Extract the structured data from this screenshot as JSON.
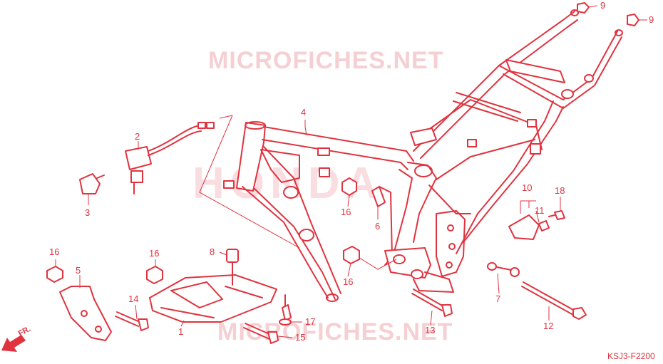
{
  "watermarks": {
    "top": "MICROFICHES.NET",
    "bottom": "MICROFICHES.NET",
    "center": "HONDA"
  },
  "diagram_code": "KSJ3-F2200",
  "front_indicator": "FR.",
  "callouts": {
    "c1": "1",
    "c2": "2",
    "c3": "3",
    "c4": "4",
    "c5": "5",
    "c6": "6",
    "c7": "7",
    "c8": "8",
    "c9a": "9",
    "c9b": "9",
    "c10": "10",
    "c11": "11",
    "c12": "12",
    "c13": "13",
    "c14": "14",
    "c15": "15",
    "c16a": "16",
    "c16b": "16",
    "c16c": "16",
    "c16d": "16",
    "c17": "17",
    "c18": "18"
  },
  "colors": {
    "line": "#e0333f",
    "watermark": "#f6cfd3",
    "background": "#ffffff"
  }
}
